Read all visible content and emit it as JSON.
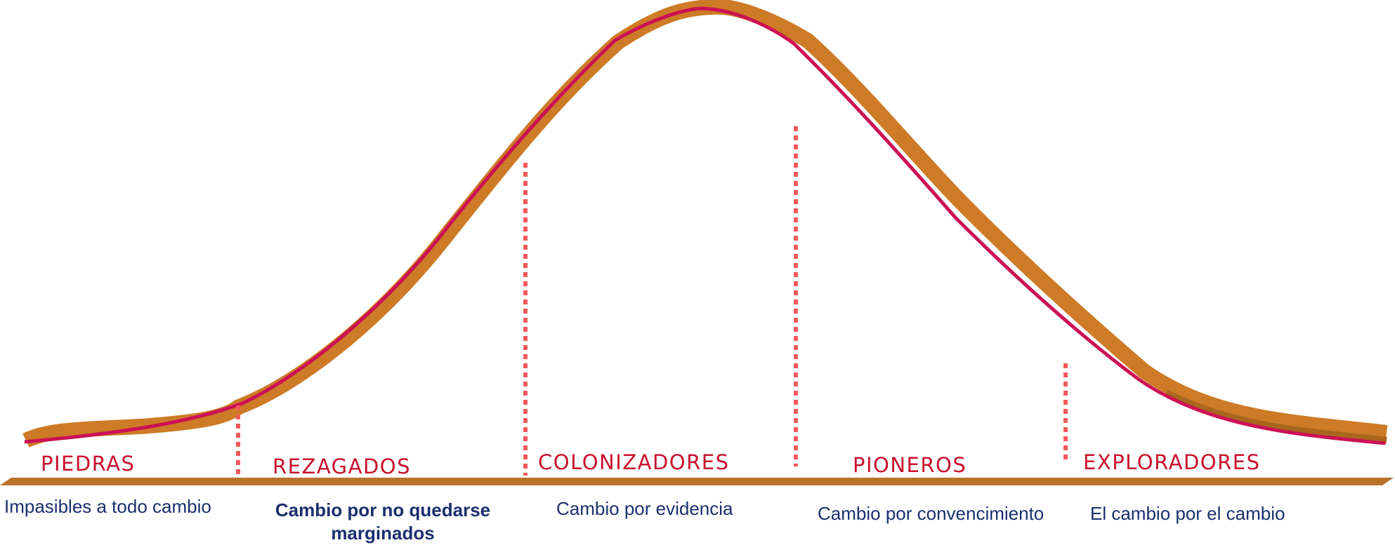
{
  "colors": {
    "curve_band": "#cd7b26",
    "curve_band_shadow": "#a8661f",
    "curve_edge": "#cc1155",
    "divider": "#f25a5a",
    "label": "#c8102e",
    "description": "#1b2f6e",
    "baseline": "#b9722a"
  },
  "segments": [
    {
      "label": "PIEDRAS",
      "description": "Impasibles  a todo cambio",
      "bold": false
    },
    {
      "label": "REZAGADOS",
      "description": "Cambio por  no quedarse marginados",
      "bold": true
    },
    {
      "label": "COLONIZADORES",
      "description": "Cambio por evidencia",
      "bold": false
    },
    {
      "label": "PIONEROS",
      "description": "Cambio  por convencimiento",
      "bold": false
    },
    {
      "label": "EXPLORADORES",
      "description": "El cambio por  el cambio",
      "bold": false
    }
  ]
}
